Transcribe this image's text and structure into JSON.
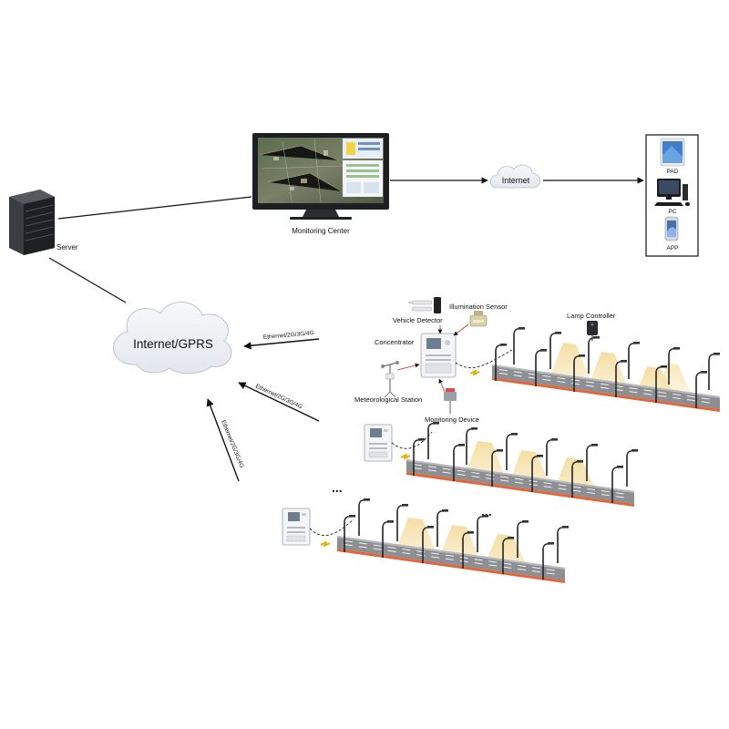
{
  "labels": {
    "server": "Server",
    "monitoring_center": "Monitoring Center",
    "internet": "Internet",
    "pad": "PAD",
    "pc": "PC",
    "app": "APP",
    "internet_gprs": "Internet/GPRS",
    "ethernet_1": "Ethernet/2G/3G/4G",
    "ethernet_2": "Ethernet/2G/3G/4G",
    "ethernet_3": "Ethernet/2G/3G/4G",
    "vehicle_detector": "Vehicle Detector",
    "illumination_sensor": "Illumination Sensor",
    "lamp_controller": "Lamp Controller",
    "concentrator": "Concentrator",
    "meteorological_station": "Meteorological Station",
    "monitoring_device": "Monitoring Device",
    "ellipsis_1": "...",
    "ellipsis_2": "..."
  },
  "colors": {
    "line": "#111111",
    "cloud_fill": "#eef1f5",
    "road_dark": "#8d8f93",
    "road_stripe": "#f1f1f1",
    "light_beam": "#f2d491",
    "curb": "#e2653a",
    "device": "#f4f5f7"
  }
}
